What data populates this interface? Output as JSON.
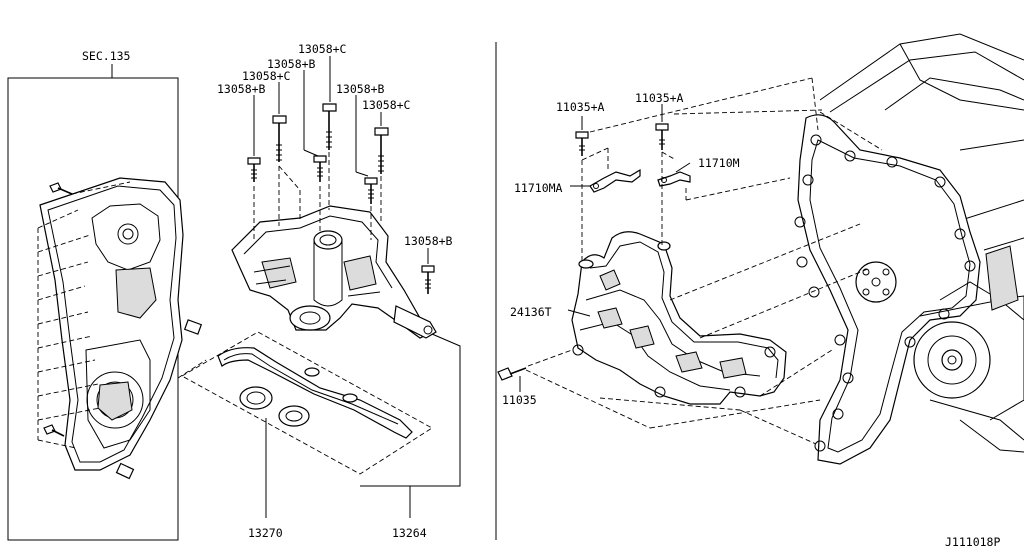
{
  "diagram_id": "J111018P",
  "labels": {
    "sec135": "SEC.135",
    "b1": "13058+B",
    "c1": "13058+C",
    "b2": "13058+B",
    "c2": "13058+C",
    "b3": "13058+B",
    "c3": "13058+C",
    "b4": "13058+B",
    "p13270": "13270",
    "p13264": "13264",
    "a1": "11035+A",
    "a2": "11035+A",
    "ma": "11710MA",
    "m": "11710M",
    "p24136t": "24136T",
    "p11035": "11035"
  }
}
